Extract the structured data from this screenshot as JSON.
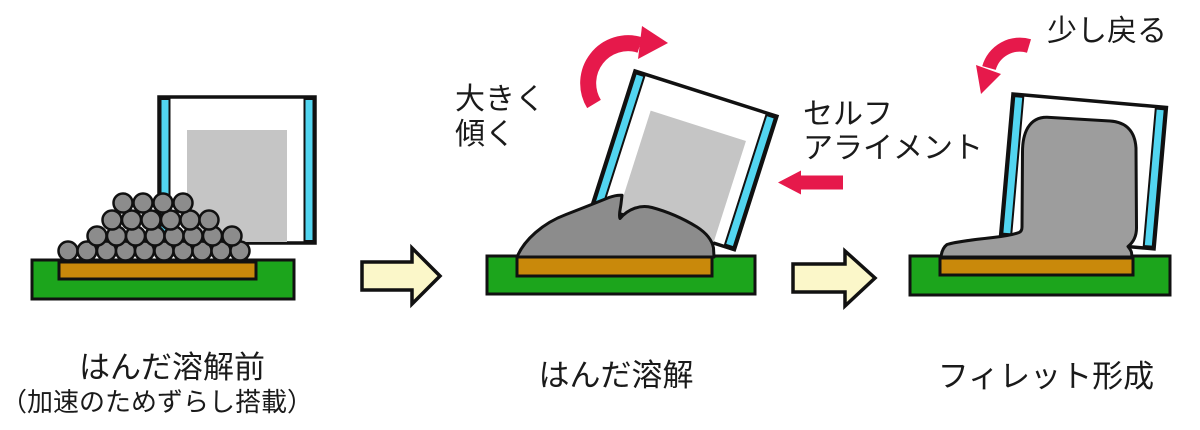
{
  "diagram": {
    "background": "#ffffff",
    "stages": [
      {
        "id": 1,
        "caption": "はんだ溶解前",
        "subcaption": "（加速のためずらし搭載）"
      },
      {
        "id": 2,
        "caption": "はんだ溶解"
      },
      {
        "id": 3,
        "caption": "フィレット形成"
      }
    ],
    "annotations": {
      "tilt_line1": "大きく",
      "tilt_line2": "傾く",
      "self_align_line1": "セルフ",
      "self_align_line2": "アライメント",
      "slight_return": "少し戻る"
    },
    "colors": {
      "pcb": "#1CA51C",
      "pad": "#C9890B",
      "electrode": "#52D5F0",
      "package": "#FFFFFF",
      "die": "#C5C5C5",
      "solder": "#8C8C8C",
      "fillet": "#9D9D9D",
      "red_arrow": "#E6194B",
      "flow_arrow": "#FBF7C9",
      "outline": "#111111",
      "text": "#1A1A1A"
    }
  }
}
